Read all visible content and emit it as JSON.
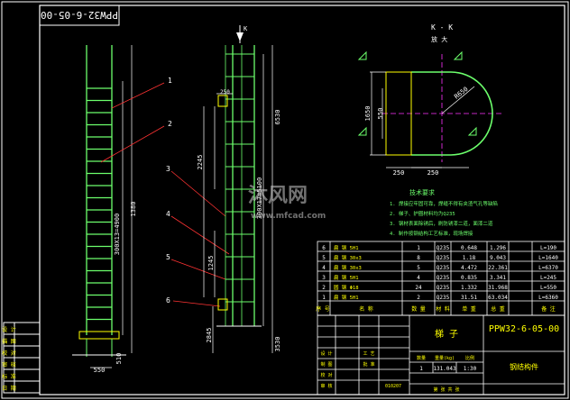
{
  "drawing": {
    "title_box_rotated": "PPW32-6-05-00",
    "section_label": "K - K",
    "section_scale": "放 大",
    "view_arrow_label": "K"
  },
  "dimensions": {
    "ladder_width": "550",
    "ladder_bottom": "510",
    "ladder_height": "1380",
    "ladder_rungs": "300X13=4900",
    "side_top": "250",
    "side_245": "2245",
    "side_1245": "1245",
    "side_2845": "2845",
    "side_300x17": "300X17=5100",
    "side_6530": "6530",
    "side_3530": "3530",
    "kk_1650": "1650",
    "kk_550": "550",
    "kk_250a": "250",
    "kk_250b": "250",
    "kk_r": "R650"
  },
  "callouts": [
    "1",
    "2",
    "3",
    "4",
    "5",
    "6"
  ],
  "notes": {
    "title": "技术要求",
    "items": [
      "1. 焊接应牢固可靠，焊缝不得有夹渣气孔等缺陷",
      "2. 梯子、护圈材料均为Q235",
      "3. 钢材表面除锈后，刷防锈漆二道，面漆二道",
      "4. 制作按钢结构工艺标准，现场焊接"
    ]
  },
  "bom": {
    "rows": [
      {
        "no": "6",
        "name": "扁 钢 5H1",
        "qty": "1",
        "mat": "Q235",
        "unit": "0.648",
        "total": "1.296",
        "note": "L=190"
      },
      {
        "no": "5",
        "name": "扁 钢 30x3",
        "qty": "8",
        "mat": "Q235",
        "unit": "1.18",
        "total": "9.043",
        "note": "L=1640"
      },
      {
        "no": "4",
        "name": "扁 钢 30x3",
        "qty": "5",
        "mat": "Q235",
        "unit": "4.472",
        "total": "22.361",
        "note": "L=6370"
      },
      {
        "no": "3",
        "name": "扁 钢 5H1",
        "qty": "4",
        "mat": "Q235",
        "unit": "0.835",
        "total": "3.341",
        "note": "L=245"
      },
      {
        "no": "2",
        "name": "圆 钢 Φ18",
        "qty": "24",
        "mat": "Q235",
        "unit": "1.332",
        "total": "31.968",
        "note": "L=550"
      },
      {
        "no": "1",
        "name": "扁 钢 5H1",
        "qty": "2",
        "mat": "Q235",
        "unit": "31.51",
        "total": "63.034",
        "note": "L=6360"
      }
    ],
    "header": [
      "序 号",
      "名 称",
      "数 量",
      "材 料",
      "单 重",
      "总 重",
      "备 注"
    ]
  },
  "title_block": {
    "drawing_name": "梯 子",
    "drawing_no": "PPW32-6-05-00",
    "sub_name": "钢结构件",
    "qty_label": "数量",
    "qty": "1",
    "weight_label": "重量(kg)",
    "weight": "131.043",
    "scale_label": "比例",
    "scale": "1:30",
    "sheet": "第  张  共  张",
    "roles": [
      "设 计",
      "制 图",
      "校 对",
      "审 核",
      "工 艺",
      "批 准"
    ],
    "left_roles": [
      "设 计",
      "描 图",
      "校 对",
      "审 核",
      "标 准",
      "日 期"
    ],
    "date_code": "010207"
  },
  "watermark": {
    "logo_text": "沐风网",
    "url": "www.mfcad.com"
  }
}
